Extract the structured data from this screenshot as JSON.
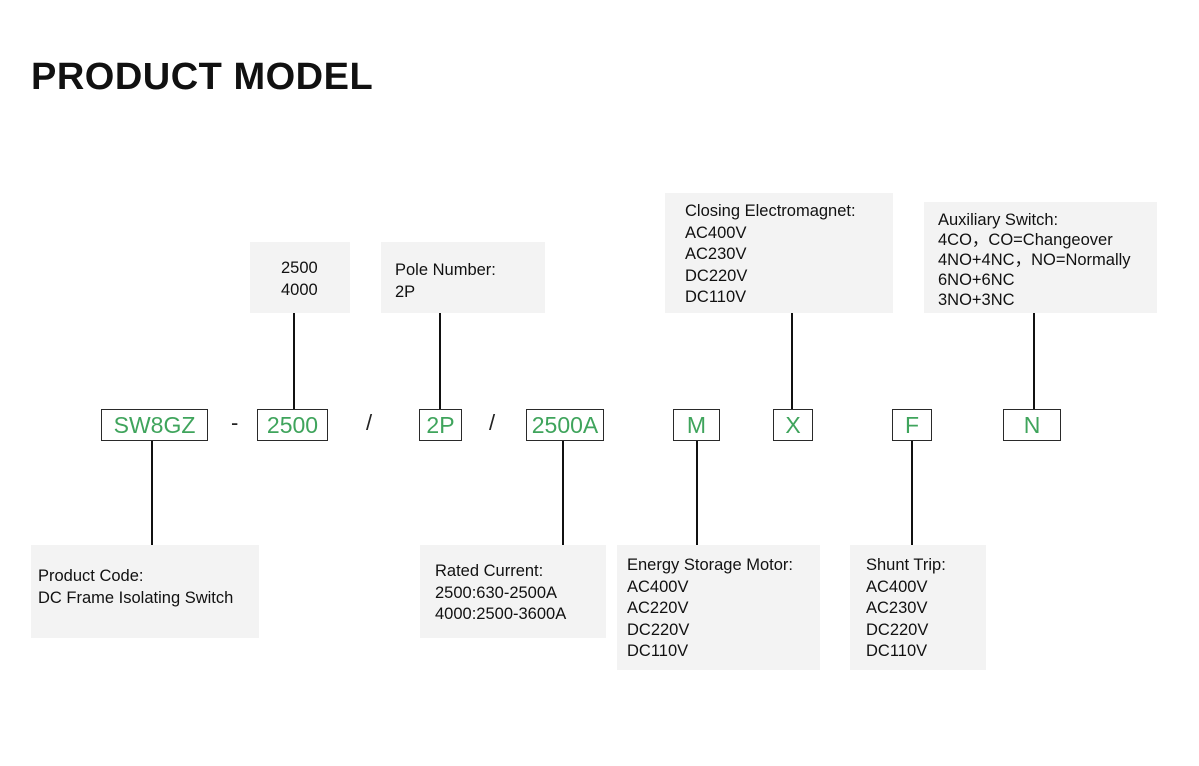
{
  "title": "PRODUCT MODEL",
  "accent_color": "#3fa45c",
  "codes": {
    "product": "SW8GZ",
    "current": "2500",
    "poles": "2P",
    "rated": "2500A",
    "motor": "M",
    "electromagnet": "X",
    "shunt": "F",
    "auxiliary": "N"
  },
  "separators": {
    "dash": "-",
    "slash1": "/",
    "slash2": "/"
  },
  "boxes": {
    "current_options": {
      "lines": [
        "2500",
        "4000"
      ]
    },
    "pole_number": {
      "lines": [
        "Pole Number:",
        "2P"
      ]
    },
    "closing_electromagnet": {
      "lines": [
        "Closing Electromagnet:",
        "AC400V",
        "AC230V",
        "DC220V",
        "DC110V"
      ]
    },
    "auxiliary_switch": {
      "lines": [
        "Auxiliary Switch:",
        "4CO，CO=Changeover",
        "4NO+4NC，NO=Normally",
        "6NO+6NC",
        "3NO+3NC"
      ]
    },
    "product_code": {
      "lines": [
        "Product Code:",
        "DC Frame Isolating Switch"
      ]
    },
    "rated_current": {
      "lines": [
        "Rated Current:",
        "2500:630-2500A",
        "4000:2500-3600A"
      ]
    },
    "energy_storage_motor": {
      "lines": [
        "Energy Storage Motor:",
        "AC400V",
        "AC220V",
        "DC220V",
        "DC110V"
      ]
    },
    "shunt_trip": {
      "lines": [
        "Shunt Trip:",
        "AC400V",
        "AC230V",
        "DC220V",
        "DC110V"
      ]
    }
  }
}
